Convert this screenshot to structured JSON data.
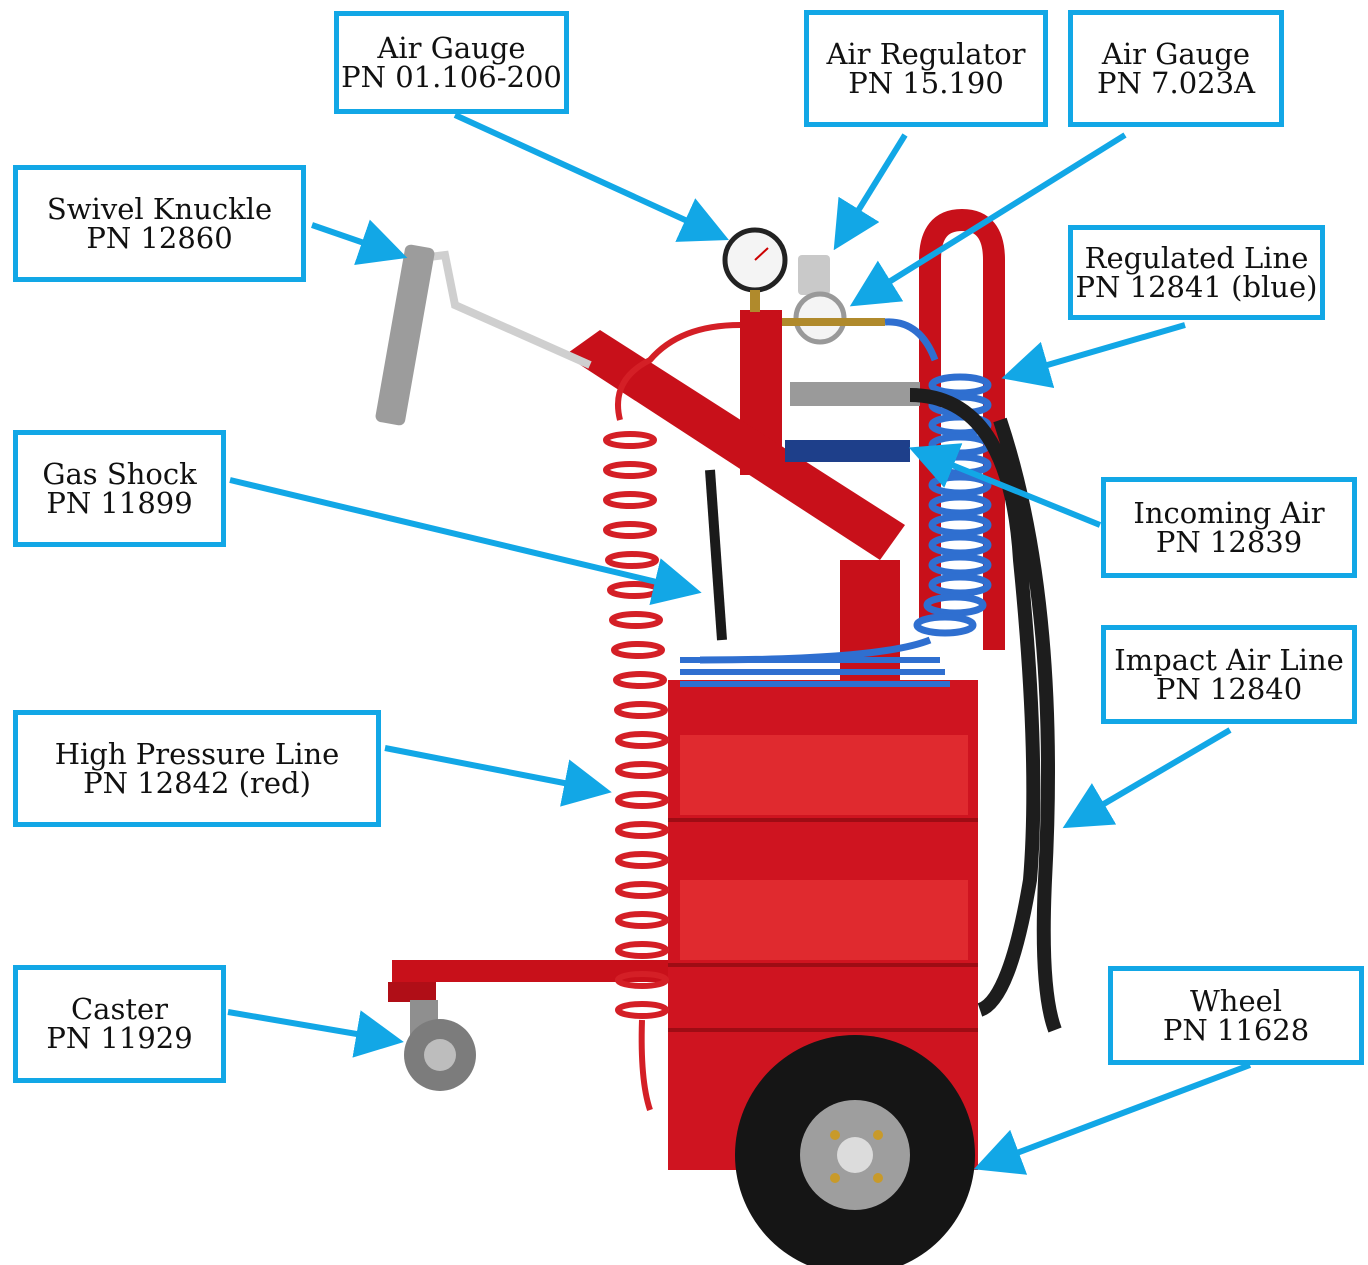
{
  "colors": {
    "callout_border": "#12a7e6",
    "arrow": "#12a7e6",
    "cart_frame": "#c8101a",
    "hose_high_pressure": "#d41f26",
    "hose_regulated": "#2f6fd0",
    "hose_impact": "#1d1d1d"
  },
  "callouts": [
    {
      "id": "air-gauge-1",
      "name": "Air Gauge",
      "pn": "PN 01.106-200"
    },
    {
      "id": "air-regulator",
      "name": "Air Regulator",
      "pn": "PN 15.190"
    },
    {
      "id": "air-gauge-2",
      "name": "Air Gauge",
      "pn": "PN 7.023A"
    },
    {
      "id": "swivel-knuckle",
      "name": "Swivel Knuckle",
      "pn": "PN 12860"
    },
    {
      "id": "regulated-line",
      "name": "Regulated Line",
      "pn": "PN 12841 (blue)"
    },
    {
      "id": "gas-shock",
      "name": "Gas Shock",
      "pn": "PN 11899"
    },
    {
      "id": "incoming-air",
      "name": "Incoming Air",
      "pn": "PN 12839"
    },
    {
      "id": "impact-air-line",
      "name": "Impact Air Line",
      "pn": "PN 12840"
    },
    {
      "id": "high-pressure-line",
      "name": "High Pressure Line",
      "pn": "PN 12842 (red)"
    },
    {
      "id": "caster",
      "name": "Caster",
      "pn": "PN 11929"
    },
    {
      "id": "wheel",
      "name": "Wheel",
      "pn": "PN 11628"
    }
  ]
}
